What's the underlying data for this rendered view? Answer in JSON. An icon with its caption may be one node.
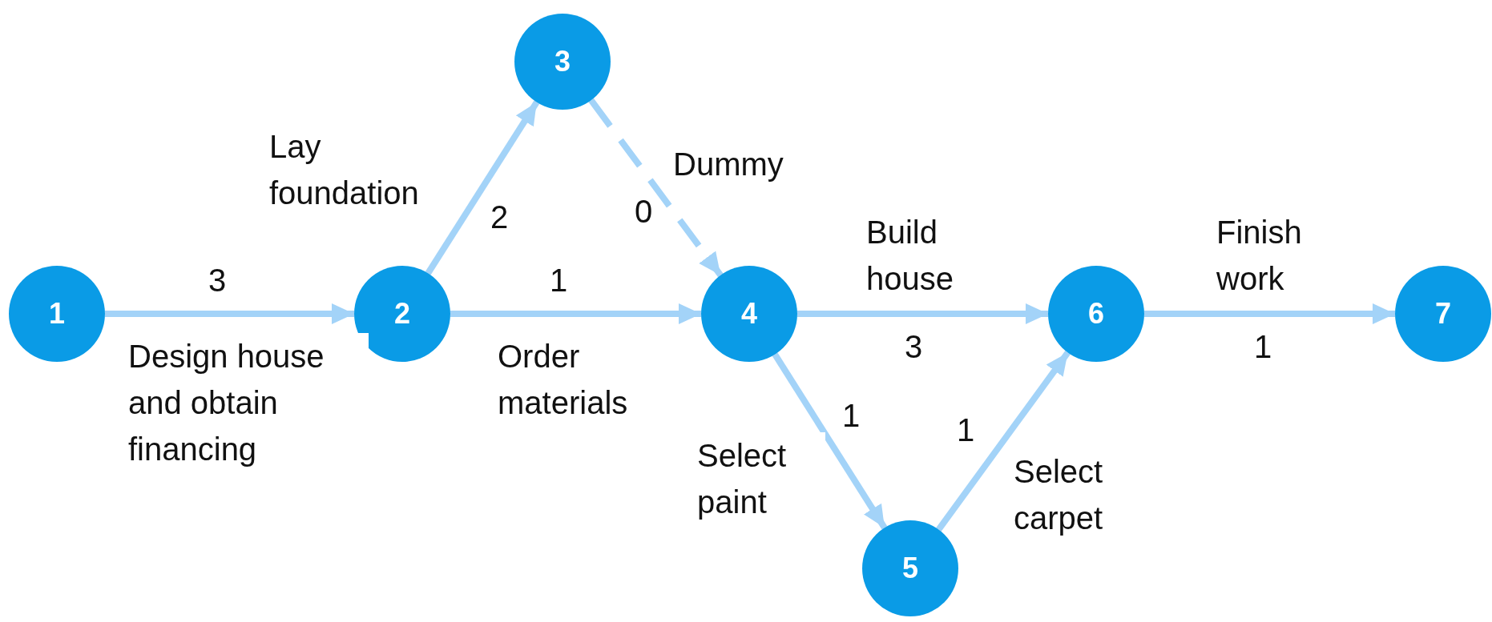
{
  "diagram": {
    "nodes": [
      {
        "text": [
          "1"
        ]
      },
      {
        "text": [
          "2"
        ]
      },
      {
        "text": [
          "3"
        ]
      },
      {
        "text": [
          "4"
        ]
      },
      {
        "text": [
          "5"
        ]
      },
      {
        "text": [
          "6"
        ]
      },
      {
        "text": [
          "7"
        ]
      }
    ],
    "edges": [
      {
        "from": 0,
        "to": 1,
        "arrow": "to",
        "label": "Design house and obtain financing"
      },
      {
        "from": 1,
        "to": 2,
        "arrow": "to",
        "label": "Lay foundation"
      },
      {
        "from": 2,
        "to": 3,
        "arrow": "to",
        "label": "Dummy",
        "style": "dashed"
      },
      {
        "from": 1,
        "to": 3,
        "arrow": "to",
        "label": "Order materials"
      },
      {
        "from": 3,
        "to": 5,
        "arrow": "to",
        "label": "Build house"
      },
      {
        "from": 3,
        "to": 4,
        "arrow": "to",
        "label": "Select paint"
      },
      {
        "from": 4,
        "to": 5,
        "arrow": "to",
        "label": "Select carpet"
      },
      {
        "from": 5,
        "to": 6,
        "arrow": "to",
        "label": "Finish work"
      }
    ],
    "labels": [
      "2",
      "0",
      "3",
      "1",
      "3",
      "1",
      "1",
      "1"
    ]
  }
}
